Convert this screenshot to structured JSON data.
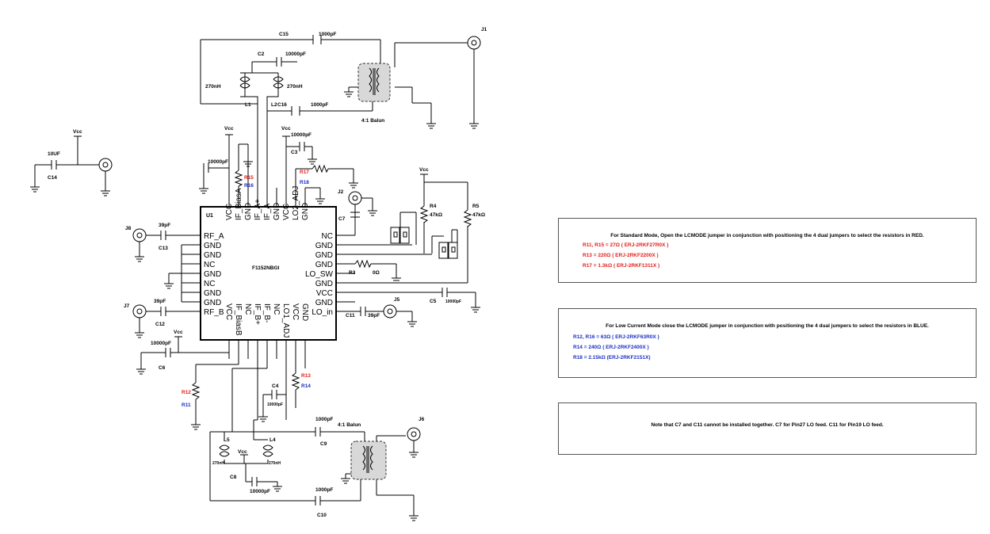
{
  "ic": {
    "ref": "U1",
    "part": "F1152NBGI",
    "left_pins": [
      "RF_A",
      "GND",
      "GND",
      "NC",
      "GND",
      "NC",
      "GND",
      "GND",
      "RF_B"
    ],
    "right_pins": [
      "NC",
      "GND",
      "GND",
      "GND",
      "LO_SW",
      "GND",
      "VCC",
      "GND",
      "LO_in"
    ],
    "top_pins": [
      "VCC",
      "IF_BiasA",
      "GND",
      "IF_A+",
      "IF_A-",
      "GND",
      "VCC",
      "LO2_ADJ",
      "GND"
    ],
    "bottom_pins": [
      "VCC",
      "IF_BiasB",
      "NC",
      "IF_B+",
      "IF_B-",
      "NC",
      "LO1_ADJ",
      "VCC",
      "GND"
    ]
  },
  "components": {
    "c15": "C15",
    "c15_val": "1000pF",
    "c2": "C2",
    "c2_val": "10000pF",
    "l1": "L1",
    "l1_val": "270nH",
    "l2": "L2",
    "l2_val": "270nH",
    "c16": "C16",
    "c16_val": "1000pF",
    "balun_top": "4:1 Balun",
    "j1": "J1",
    "c14": "C14",
    "c14_val": "10UF",
    "c3": "C3",
    "c3_val": "10000pF",
    "c1_val": "10000pF",
    "r15": "R15",
    "r16": "R16",
    "r17": "R17",
    "r18": "R18",
    "j2": "J2",
    "c7": "C7",
    "r4": "R4",
    "r4_val": "47kΩ",
    "r5": "R5",
    "r5_val": "47kΩ",
    "j8": "J8",
    "c13": "C13",
    "c13_val": "39pF",
    "r3": "R3",
    "r3_val": "0Ω",
    "c5": "C5",
    "c5_val": "10000pF",
    "j7": "J7",
    "c12": "C12",
    "c12_val": "39pF",
    "j5": "J5",
    "c11": "C11",
    "c11_val": "39pF",
    "c6": "C6",
    "c6_val": "10000pF",
    "r12": "R12",
    "r11": "R11",
    "r13": "R13",
    "r14": "R14",
    "c4": "C4",
    "c4_val": "10000pF",
    "c9": "C9",
    "c9_val": "1000pF",
    "balun_bottom": "4:1 Balun",
    "j6": "J6",
    "l5": "L5",
    "l5_val": "270nH",
    "l4": "L4",
    "l4_val": "270nH",
    "c8": "C8",
    "c8_val": "10000pF",
    "c10": "C10",
    "c10_val": "1000pF",
    "vcc": "Vcc"
  },
  "notes": {
    "standard_head": "For Standard Mode, Open the LCMODE jumper in conjunction with positioning the 4 dual jumpers to select the resistors in RED.",
    "standard_lines": [
      "R11, R15 = 27Ω ( ERJ-2RKF27R0X )",
      "R13 = 220Ω ( ERJ-2RKF2200X )",
      "R17 = 1.3kΩ ( ERJ-2RKF1311X )"
    ],
    "low_head": "For Low Current Mode close the LCMODE jumper in conjunction with positioning the 4 dual jumpers to select the resistors in BLUE.",
    "low_lines": [
      "R12, R16 = 63Ω ( ERJ-2RKF63R0X )",
      "R14 = 240Ω ( ERJ-2RKF2400X )",
      "R18 = 2.15kΩ (ERJ-2RKF2151X)"
    ],
    "c7_note": "Note that C7 and C11 cannot be installed together. C7 for Pin27 LO feed. C11 for Pin19 LO feed."
  },
  "colors": {
    "red": "#e0201b",
    "blue": "#1a2fc4",
    "balun_fill": "#d8d8d8"
  }
}
